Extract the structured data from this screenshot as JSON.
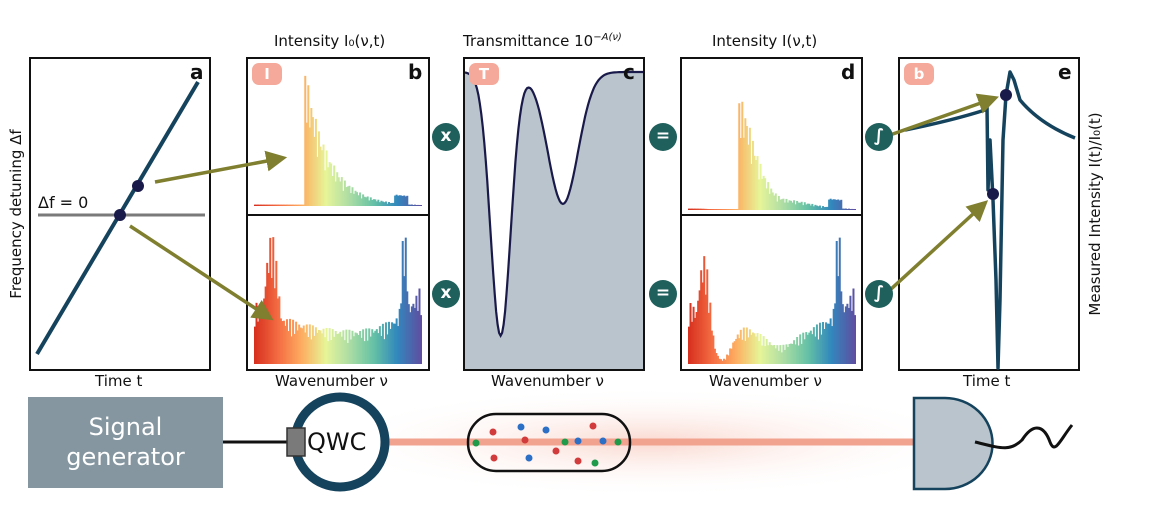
{
  "titles": {
    "b": "Intensity I₀(ν,t)",
    "c_main": "Transmittance 10",
    "c_sup": "−A(ν)",
    "d": "Intensity I(ν,t)"
  },
  "axes": {
    "a_y": "Frequency detuning Δf",
    "a_x": "Time t",
    "b_x": "Wavenumber ν",
    "c_x": "Wavenumber ν",
    "d_x": "Wavenumber ν",
    "e_x": "Time t",
    "e_y": "Measured Intensity I(t)/I₀(t)"
  },
  "annotations": {
    "delta_f_zero": "Δf = 0"
  },
  "panel_letters": {
    "a": "a",
    "b": "b",
    "c": "c",
    "d": "d",
    "e": "e"
  },
  "badges": {
    "b": "I",
    "c": "T",
    "e": "b"
  },
  "operators": {
    "multiply": "x",
    "equals": "=",
    "integrate": "∫"
  },
  "setup": {
    "signal_generator_line1": "Signal",
    "signal_generator_line2": "generator",
    "qwc": "QWC"
  },
  "colors": {
    "dark_blue": "#15435d",
    "olive_arrow": "#7f7f2f",
    "teal_operator": "#1f5f5c",
    "badge_pink": "#f4a99a",
    "cell_gray": "#b9c4cc",
    "box_gray": "#8596a0",
    "laser": "#f2a390"
  },
  "icons": [
    "arrow-icon",
    "multiply-icon",
    "equals-icon",
    "integral-icon",
    "detector-icon"
  ]
}
